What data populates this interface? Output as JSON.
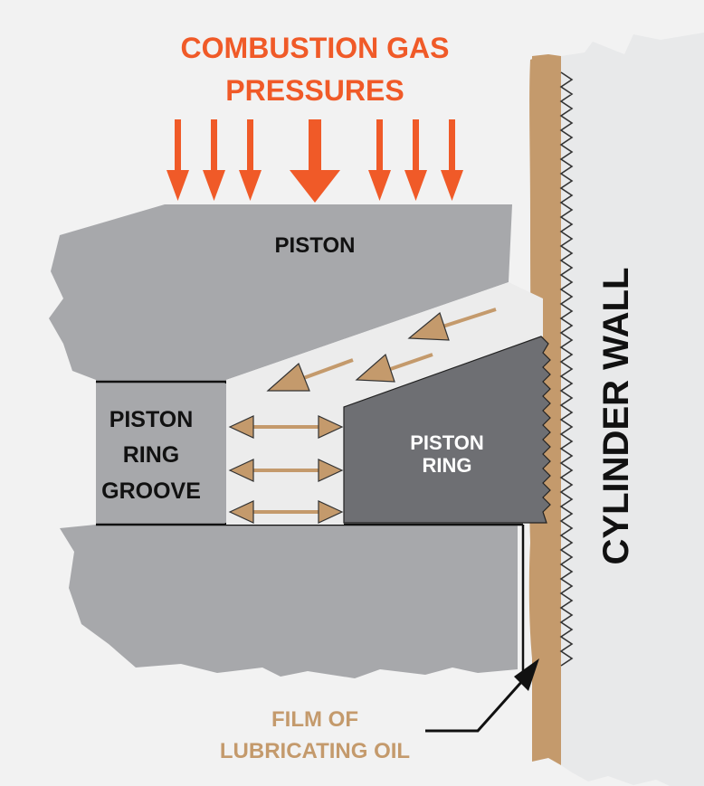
{
  "title": {
    "line1": "COMBUSTION GAS",
    "line2": "PRESSURES"
  },
  "labels": {
    "piston": "PISTON",
    "groove_line1": "PISTON",
    "groove_line2": "RING",
    "groove_line3": "GROOVE",
    "ring_line1": "PISTON",
    "ring_line2": "RING",
    "cylinder_wall": "CYLINDER WALL",
    "oil_line1": "FILM OF",
    "oil_line2": "LUBRICATING OIL"
  },
  "colors": {
    "pressure_arrow": "#f05a28",
    "title": "#f05a28",
    "piston": "#a7a8ab",
    "piston_ring": "#6e6f73",
    "cylinder_wall": "#e8e9ea",
    "oil": "#c49a6c",
    "gas_flow": "#c49a6c",
    "background": "#f2f2f2"
  }
}
